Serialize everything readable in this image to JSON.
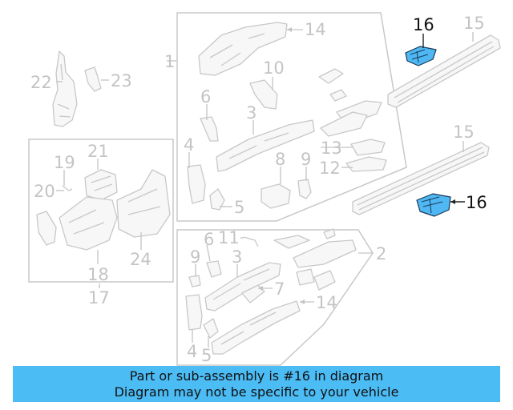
{
  "diagram": {
    "callouts": {
      "c1": "1",
      "c2": "2",
      "c3a": "3",
      "c3b": "3",
      "c4a": "4",
      "c4b": "4",
      "c5a": "5",
      "c5b": "5",
      "c6a": "6",
      "c6b": "6",
      "c7": "7",
      "c8": "8",
      "c9a": "9",
      "c9b": "9",
      "c10": "10",
      "c11": "11",
      "c12": "12",
      "c13": "13",
      "c14a": "14",
      "c14b": "14",
      "c15a": "15",
      "c15b": "15",
      "c16a": "16",
      "c16b": "16",
      "c17": "17",
      "c18": "18",
      "c19": "19",
      "c20": "20",
      "c21": "21",
      "c22": "22",
      "c23": "23",
      "c24": "24"
    },
    "highlight_color": "#4fb8f2"
  },
  "banner": {
    "line1": "Part or sub-assembly is #16 in diagram",
    "line2": "Diagram may not be specific to your vehicle",
    "background": "#4cbcf5"
  }
}
